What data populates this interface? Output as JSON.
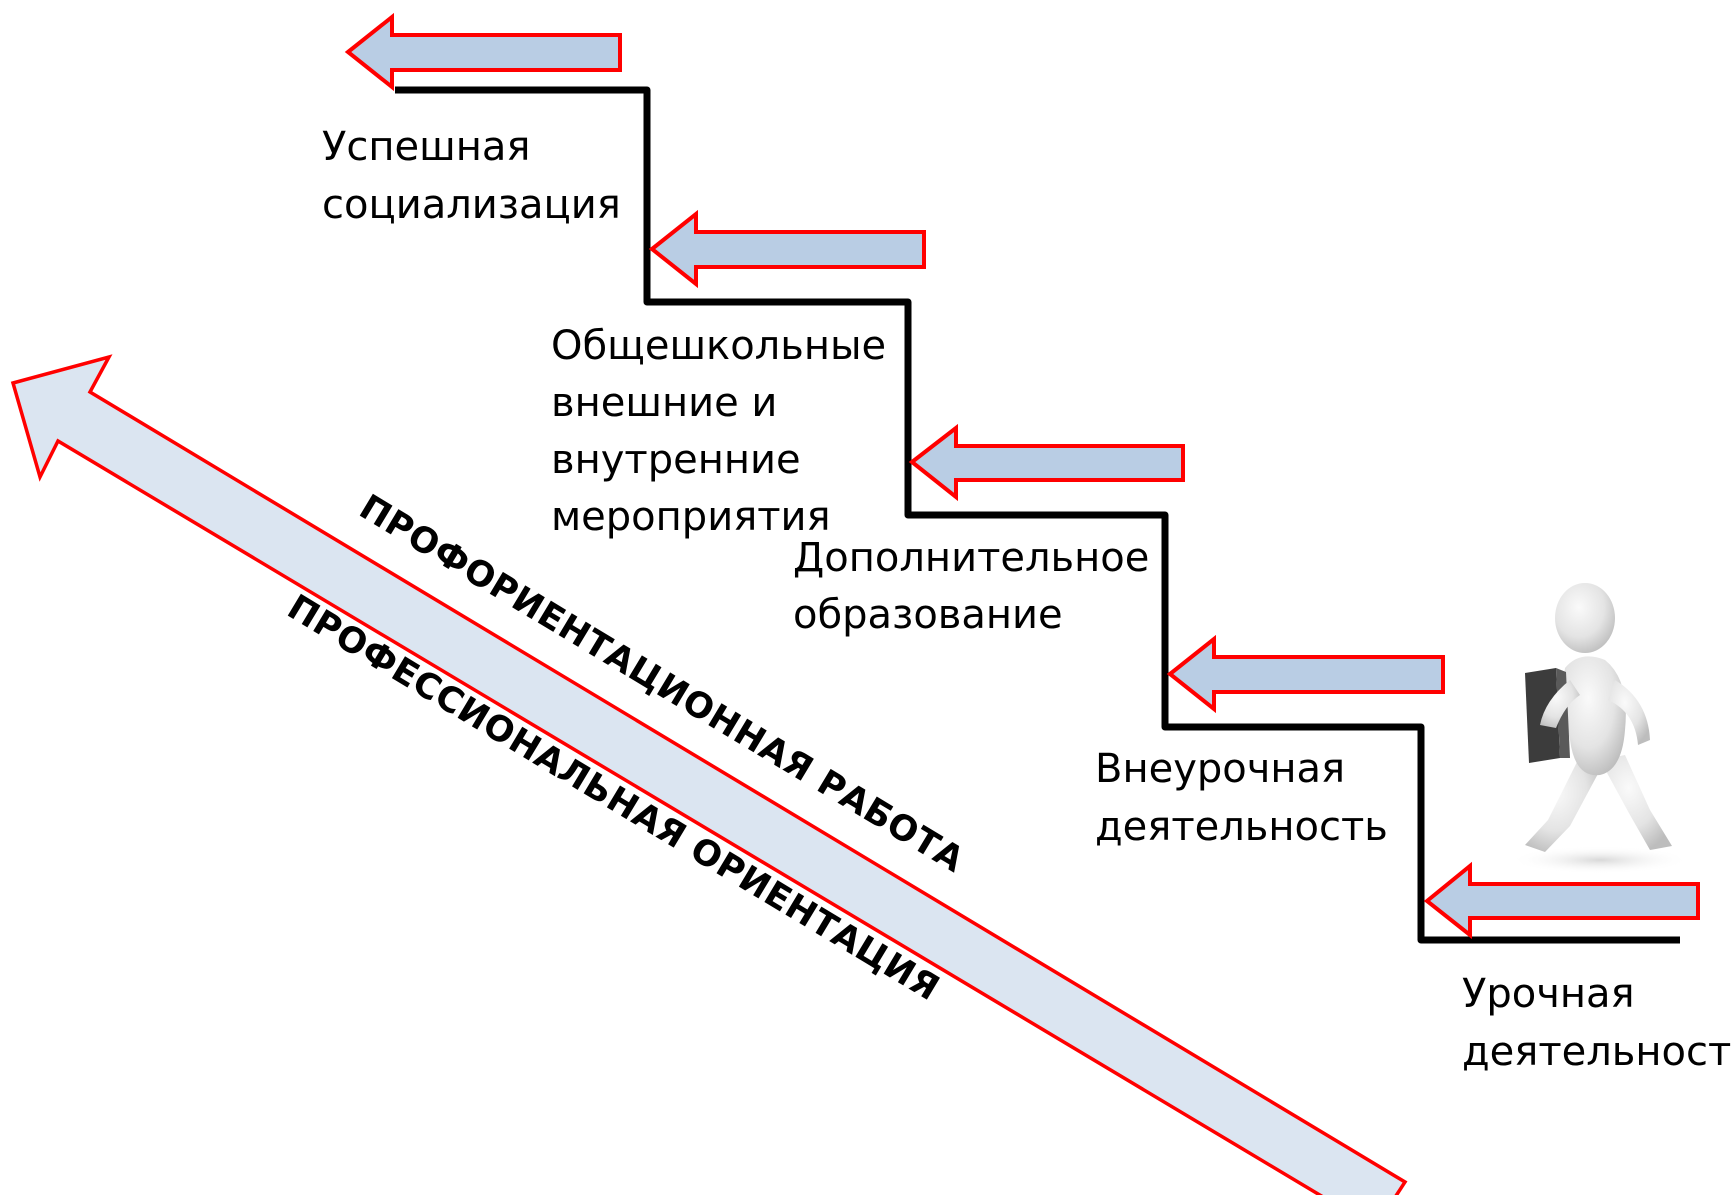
{
  "steps": [
    {
      "lines": [
        "Урочная",
        "деятельность"
      ]
    },
    {
      "lines": [
        "Внеурочная",
        "деятельность"
      ]
    },
    {
      "lines": [
        "Дополнительное",
        "образование"
      ]
    },
    {
      "lines": [
        "Общешкольные",
        "внешние и",
        "внутренние",
        "мероприятия"
      ]
    },
    {
      "lines": [
        "Успешная",
        "социализация"
      ]
    }
  ],
  "diagonal": {
    "upper_text": "ПРОФОРИЕНТАЦИОННАЯ РАБОТА",
    "lower_text": "ПРОФЕССИОНАЛЬНАЯ ОРИЕНТАЦИЯ"
  },
  "figure": {
    "icon": "walking-person-with-book-icon"
  },
  "colors": {
    "arrow_fill": "#b9cde4",
    "arrow_stroke": "#ff0000",
    "band_fill": "#dbe5f1",
    "stairs": "#000000"
  }
}
